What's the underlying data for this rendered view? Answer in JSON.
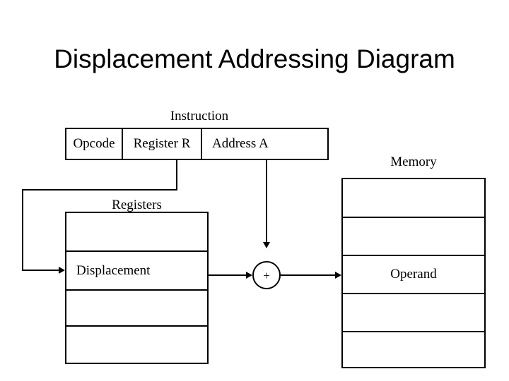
{
  "page": {
    "title": "Displacement Addressing Diagram",
    "background_color": "#ffffff",
    "ink_color": "#000000"
  },
  "labels": {
    "instruction": "Instruction",
    "registers": "Registers",
    "memory": "Memory"
  },
  "instruction": {
    "fields": [
      {
        "label": "Opcode"
      },
      {
        "label": "Register R"
      },
      {
        "label": "Address A"
      }
    ]
  },
  "registers": {
    "cells": [
      {
        "label": ""
      },
      {
        "label": "Displacement"
      },
      {
        "label": ""
      },
      {
        "label": ""
      }
    ]
  },
  "memory": {
    "cells": [
      {
        "label": ""
      },
      {
        "label": ""
      },
      {
        "label": "Operand"
      },
      {
        "label": ""
      },
      {
        "label": ""
      }
    ]
  },
  "adder": {
    "symbol": "+"
  },
  "connectors": [
    {
      "name": "register-r-to-registers",
      "from": "Register R field",
      "to": "Displacement register cell"
    },
    {
      "name": "address-a-to-adder",
      "from": "Address A field",
      "to": "adder"
    },
    {
      "name": "displacement-to-adder",
      "from": "Displacement register cell",
      "to": "adder"
    },
    {
      "name": "adder-to-memory",
      "from": "adder",
      "to": "Operand memory cell"
    }
  ]
}
